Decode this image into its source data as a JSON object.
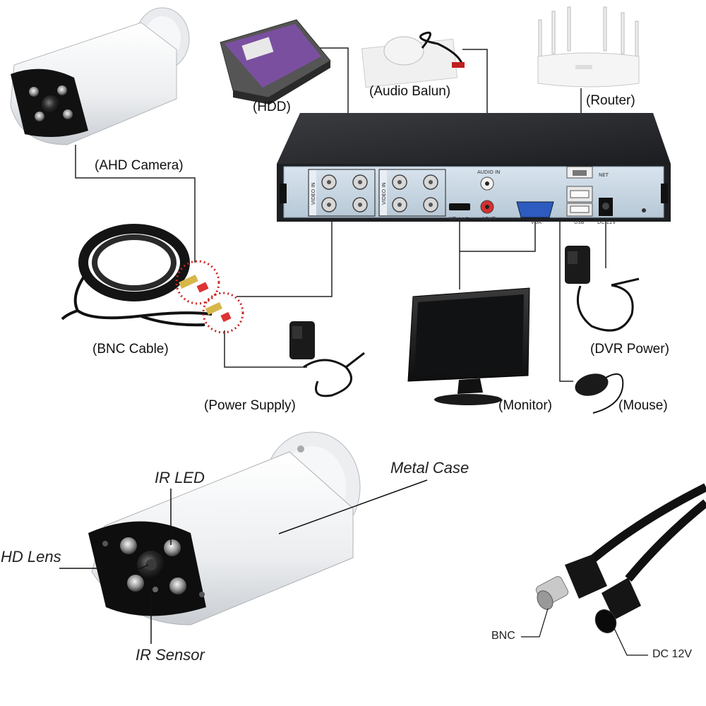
{
  "connection_labels": {
    "ahd_camera": "(AHD Camera)",
    "hdd": "(HDD)",
    "audio_balun": "(Audio Balun)",
    "router": "(Router)",
    "bnc_cable": "(BNC Cable)",
    "power_supply": "(Power Supply)",
    "monitor": "(Monitor)",
    "dvr_power": "(DVR Power)",
    "mouse": "(Mouse)"
  },
  "dvr_port_labels": {
    "video_in_left": "VIDEO IN",
    "video_in_right": "VIDEO IN",
    "audio_in": "AUDIO IN",
    "audio_out": "AOUT",
    "hd_port": "HD-port",
    "vga": "VGA",
    "net": "NET",
    "usb": "USB",
    "dc": "DC 12V"
  },
  "camera_callouts": {
    "metal_case": "Metal Case",
    "ir_led": "IR LED",
    "hd_lens": "HD Lens",
    "ir_sensor": "IR Sensor"
  },
  "plug_callouts": {
    "bnc": "BNC",
    "dc": "DC 12V"
  }
}
